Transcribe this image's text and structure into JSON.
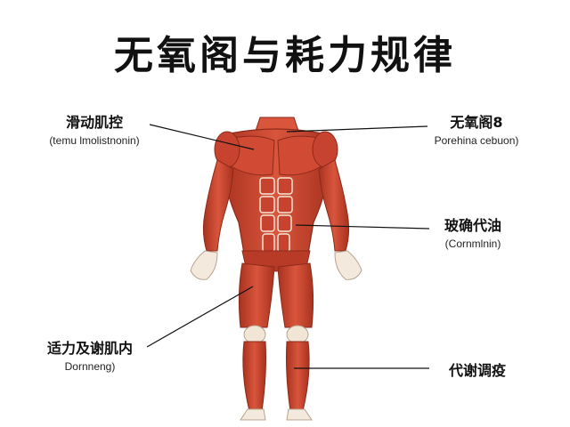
{
  "title": "无氧阁与耗力规律",
  "labels": {
    "top_left": {
      "zh": "滑动肌控",
      "en": "(temu lmolistnonin)"
    },
    "top_right": {
      "zh": "无氧阁8",
      "en": "Porehina cebuon)"
    },
    "mid_right": {
      "zh": "玻确代油",
      "en": "(Cornmlnin)"
    },
    "bottom_left": {
      "zh": "适力及谢肌内",
      "en": "Dornneng)"
    },
    "bottom_right": {
      "zh": "代谢调疫",
      "en": ""
    }
  },
  "colors": {
    "muscle": "#c8432f",
    "muscle_light": "#e0674f",
    "muscle_dark": "#9e2c1c",
    "tendon": "#f1e6d6",
    "skin": "#f3e9dc",
    "line": "#111111"
  }
}
